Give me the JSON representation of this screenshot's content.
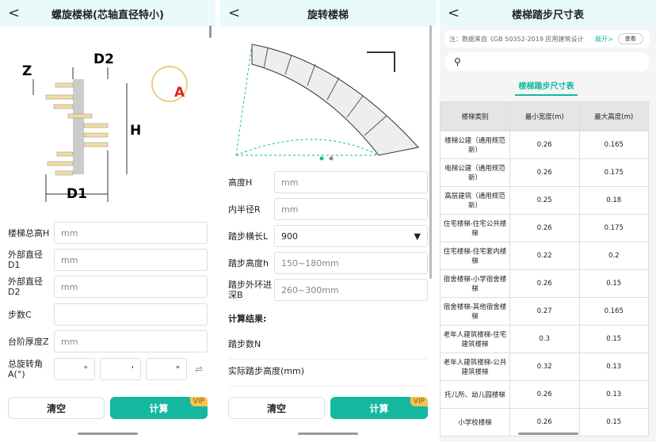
{
  "panel1": {
    "title": "螺旋楼梯(芯轴直径特小)",
    "fields": [
      {
        "label": "楼梯总高H",
        "placeholder": "mm"
      },
      {
        "label": "外部直径D1",
        "placeholder": "mm"
      },
      {
        "label": "外部直径D2",
        "placeholder": "mm"
      },
      {
        "label": "步数C",
        "placeholder": ""
      },
      {
        "label": "台阶厚度Z",
        "placeholder": "mm"
      }
    ],
    "angle_label": "总旋转角A(°)",
    "angle_units": [
      "°",
      "'",
      "\""
    ],
    "diagram_labels": {
      "z": "Z",
      "d2": "D2",
      "h": "H",
      "d1": "D1",
      "a": "A"
    },
    "clear": "清空",
    "calc": "计算",
    "vip": "VIP"
  },
  "panel2": {
    "title": "旋转楼梯",
    "fields": [
      {
        "label": "高度H",
        "placeholder": "mm"
      },
      {
        "label": "内半径R",
        "placeholder": "mm"
      },
      {
        "label": "踏步横长L",
        "value": "900"
      },
      {
        "label": "踏步高度h",
        "placeholder": "150~180mm"
      },
      {
        "label": "踏步外环进深B",
        "placeholder": "260~300mm"
      }
    ],
    "results_title": "计算结果:",
    "results": [
      "踏步数N",
      "实际踏步高度(mm)"
    ],
    "clear": "清空",
    "calc": "计算",
    "vip": "VIP"
  },
  "panel3": {
    "title": "楼梯踏步尺寸表",
    "note": "注：数据来自《GB 50352-2019 民用建筑设计",
    "expand": "展开>",
    "view": "查看",
    "tab": "楼梯踏步尺寸表",
    "columns": [
      "楼梯类别",
      "最小宽度(m)",
      "最大高度(m)"
    ],
    "rows": [
      [
        "楼梯公建（通用规范新）",
        "0.26",
        "0.165"
      ],
      [
        "电梯公建（通用规范新）",
        "0.26",
        "0.175"
      ],
      [
        "高层建筑（通用规范新）",
        "0.25",
        "0.18"
      ],
      [
        "住宅楼梯-住宅公共楼梯",
        "0.26",
        "0.175"
      ],
      [
        "住宅楼梯-住宅套内楼梯",
        "0.22",
        "0.2"
      ],
      [
        "宿舍楼梯-小学宿舍楼梯",
        "0.26",
        "0.15"
      ],
      [
        "宿舍楼梯-其他宿舍楼梯",
        "0.27",
        "0.165"
      ],
      [
        "老年人建筑楼梯-住宅建筑楼梯",
        "0.3",
        "0.15"
      ],
      [
        "老年人建筑楼梯-公共建筑楼梯",
        "0.32",
        "0.13"
      ],
      [
        "托儿所、幼儿园楼梯",
        "0.26",
        "0.13"
      ],
      [
        "小学校楼梯",
        "0.26",
        "0.15"
      ]
    ]
  },
  "colors": {
    "accent": "#14b8a0",
    "header": "#e8fafa"
  }
}
